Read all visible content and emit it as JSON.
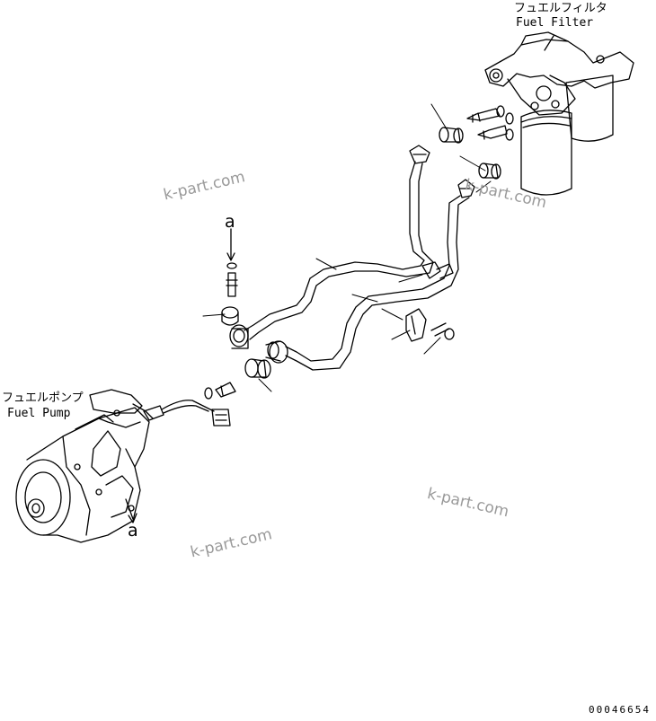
{
  "labels": {
    "fuel_filter_jp": "フュエルフィルタ",
    "fuel_filter_en": "Fuel Filter",
    "fuel_pump_jp": "フュエルポンプ",
    "fuel_pump_en": "Fuel Pump",
    "ref_a_top": "a",
    "ref_a_bottom": "a"
  },
  "watermarks": [
    "k-part.com",
    "k-part.com",
    "k-part.com",
    "k-part.com"
  ],
  "part_number": "00046654",
  "colors": {
    "line": "#000000",
    "watermark": "#9a9a9a",
    "background": "#ffffff"
  }
}
